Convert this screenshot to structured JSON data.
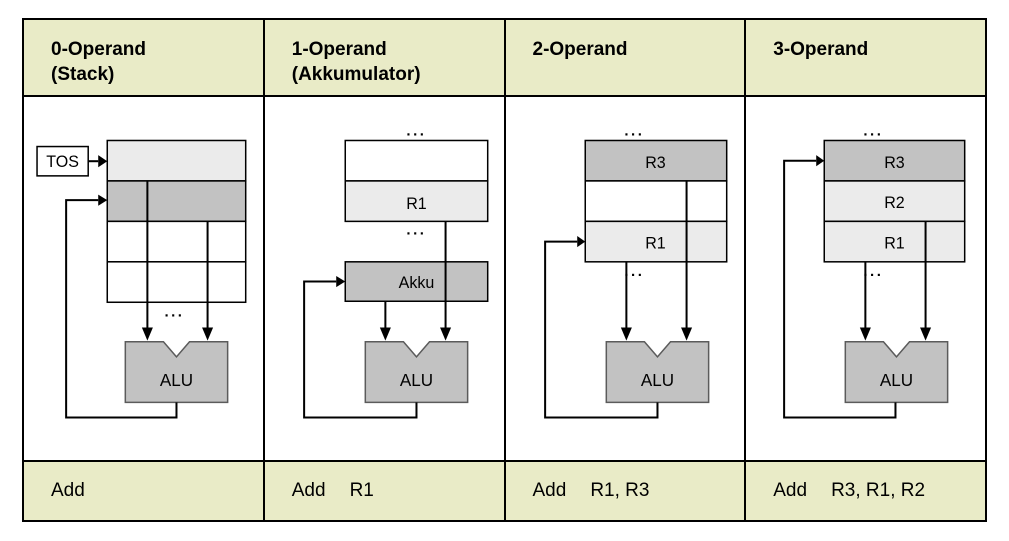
{
  "columns": [
    {
      "header_line1": "0-Operand",
      "header_line2": "(Stack)",
      "instruction": {
        "mnemonic": "Add",
        "operands": ""
      },
      "labels": {
        "tos": "TOS",
        "ellipsis_bottom": "...",
        "alu": "ALU"
      }
    },
    {
      "header_line1": "1-Operand",
      "header_line2": "(Akkumulator)",
      "instruction": {
        "mnemonic": "Add",
        "operands": "R1"
      },
      "labels": {
        "ellipsis_top": "...",
        "r1": "R1",
        "ellipsis_mid": "...",
        "akku": "Akku",
        "alu": "ALU"
      }
    },
    {
      "header_line1": "2-Operand",
      "header_line2": "",
      "instruction": {
        "mnemonic": "Add",
        "operands": "R1, R3"
      },
      "labels": {
        "ellipsis_top": "...",
        "r3": "R3",
        "r1": "R1",
        "ellipsis_mid": "...",
        "alu": "ALU"
      }
    },
    {
      "header_line1": "3-Operand",
      "header_line2": "",
      "instruction": {
        "mnemonic": "Add",
        "operands": "R3, R1, R2"
      },
      "labels": {
        "ellipsis_top": "...",
        "r3": "R3",
        "r2": "R2",
        "r1": "R1",
        "ellipsis_mid": "...",
        "alu": "ALU"
      }
    }
  ],
  "colors": {
    "header_bg": "#e9ebc7",
    "row_light": "#ebebeb",
    "row_dark": "#c2c2c2",
    "alu_fill": "#c2c2c2",
    "alu_stroke": "#5b5b5b",
    "border": "#000000"
  }
}
